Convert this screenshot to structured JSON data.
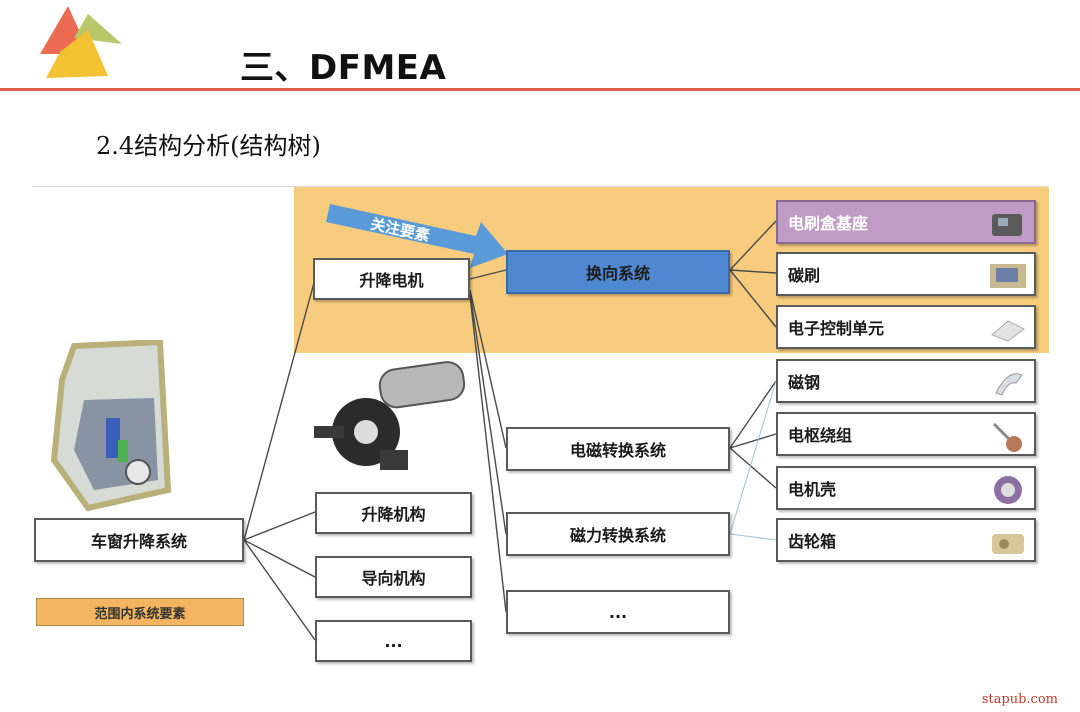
{
  "header": {
    "title": "三、DFMEA"
  },
  "section": {
    "subtitle": "2.4结构分析(结构树)"
  },
  "arrow_label": "关注要素",
  "legend_label": "范围内系统要素",
  "nodes": {
    "root": "车窗升降系统",
    "lift_motor": "升降电机",
    "lift_mechanism": "升降机构",
    "guide_mechanism": "导向机构",
    "level1_more": "...",
    "commutation": "换向系统",
    "electromagnetic": "电磁转换系统",
    "magnetic_force": "磁力转换系统",
    "level2_more": "...",
    "brush_holder": "电刷盒基座",
    "brush": "碳刷",
    "ecu": "电子控制单元",
    "magnet": "磁钢",
    "armature": "电枢绕组",
    "housing": "电机壳",
    "gearbox": "齿轮箱"
  },
  "colors": {
    "scope": "#f7cc7f",
    "focus": "#4f88d0",
    "focus_arrow": "#5b9ad8",
    "accent": "#e05a4a",
    "brush_holder": "#bf9bc6"
  },
  "watermark": "stapub.com"
}
